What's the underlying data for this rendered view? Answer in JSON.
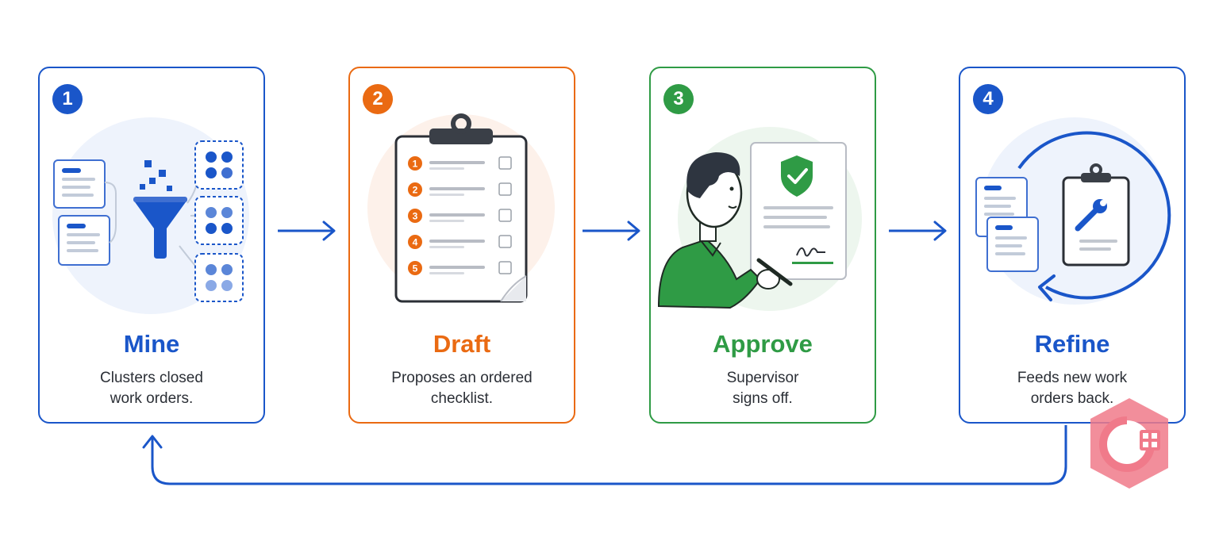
{
  "colors": {
    "blue": "#1a56c9",
    "orange": "#ea6a12",
    "green": "#2f9b45",
    "text": "#2b2f36"
  },
  "steps": [
    {
      "number": "1",
      "title": "Mine",
      "desc_line1": "Clusters closed",
      "desc_line2": "work orders.",
      "icon": "funnel-cluster-icon"
    },
    {
      "number": "2",
      "title": "Draft",
      "desc_line1": "Proposes an ordered",
      "desc_line2": "checklist.",
      "icon": "clipboard-checklist-icon"
    },
    {
      "number": "3",
      "title": "Approve",
      "desc_line1": "Supervisor",
      "desc_line2": "signs off.",
      "icon": "person-signing-icon"
    },
    {
      "number": "4",
      "title": "Refine",
      "desc_line1": "Feeds new work",
      "desc_line2": "orders back.",
      "icon": "refresh-cycle-icon"
    }
  ],
  "checklist_numbers": [
    "1",
    "2",
    "3",
    "4",
    "5"
  ]
}
